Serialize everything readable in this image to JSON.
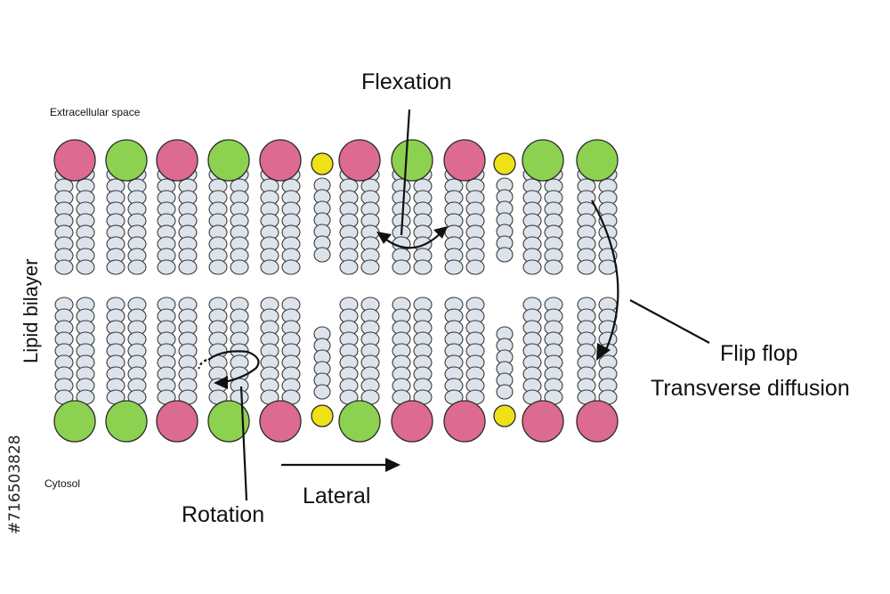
{
  "labels": {
    "extracellular": "Extracellular space",
    "cytosol": "Cytosol",
    "lipid_bilayer": "Lipid bilayer",
    "flexation": "Flexation",
    "rotation": "Rotation",
    "lateral": "Lateral",
    "flip_flop": "Flip flop",
    "transverse": "Transverse diffusion",
    "stock_id": "#716503828"
  },
  "colors": {
    "pink": "#dd6a91",
    "green": "#8dd151",
    "yellow": "#eee117",
    "tail": "#dde3ea",
    "outline": "#2b2b2b"
  },
  "bilayer": {
    "top_heads": [
      "pink",
      "green",
      "pink",
      "green",
      "pink",
      "yellow",
      "pink",
      "green",
      "pink",
      "yellow",
      "green",
      "green"
    ],
    "bottom_heads": [
      "green",
      "green",
      "pink",
      "green",
      "pink",
      "yellow",
      "green",
      "pink",
      "pink",
      "yellow",
      "pink",
      "pink"
    ]
  }
}
